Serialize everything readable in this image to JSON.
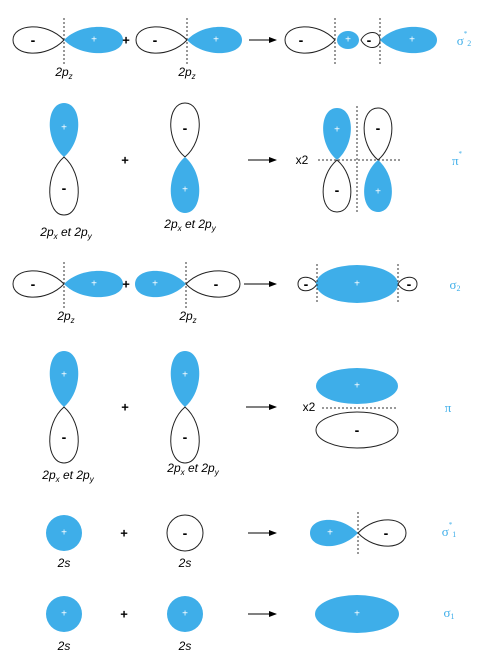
{
  "signs": {
    "plus": "+",
    "minus": "-"
  },
  "operator": "+",
  "multiplier": "x2",
  "colors": {
    "lobe_positive": "#3eaee9",
    "lobe_negative": "#ffffff"
  },
  "rows": [
    {
      "left_label": "2p",
      "left_sub": "z",
      "right_label": "2p",
      "right_sub": "z",
      "mo": "σ",
      "mo_sup": "*",
      "mo_sub": "2"
    },
    {
      "left_label": "2p",
      "left_sub": "x",
      "left_mid": " et 2p",
      "left_sub2": "y",
      "right_label": "2p",
      "right_sub": "x",
      "right_mid": " et 2p",
      "right_sub2": "y",
      "mo": "π",
      "mo_sup": "*"
    },
    {
      "left_label": "2p",
      "left_sub": "z",
      "right_label": "2p",
      "right_sub": "z",
      "mo": "σ",
      "mo_sub": "2"
    },
    {
      "left_label": "2p",
      "left_sub": "x",
      "left_mid": " et 2p",
      "left_sub2": "y",
      "right_label": "2p",
      "right_sub": "x",
      "right_mid": " et 2p",
      "right_sub2": "y",
      "mo": "π"
    },
    {
      "left_label": "2s",
      "right_label": "2s",
      "mo": "σ",
      "mo_sup": "*",
      "mo_sub": "1"
    },
    {
      "left_label": "2s",
      "right_label": "2s",
      "mo": "σ",
      "mo_sub": "1"
    }
  ]
}
